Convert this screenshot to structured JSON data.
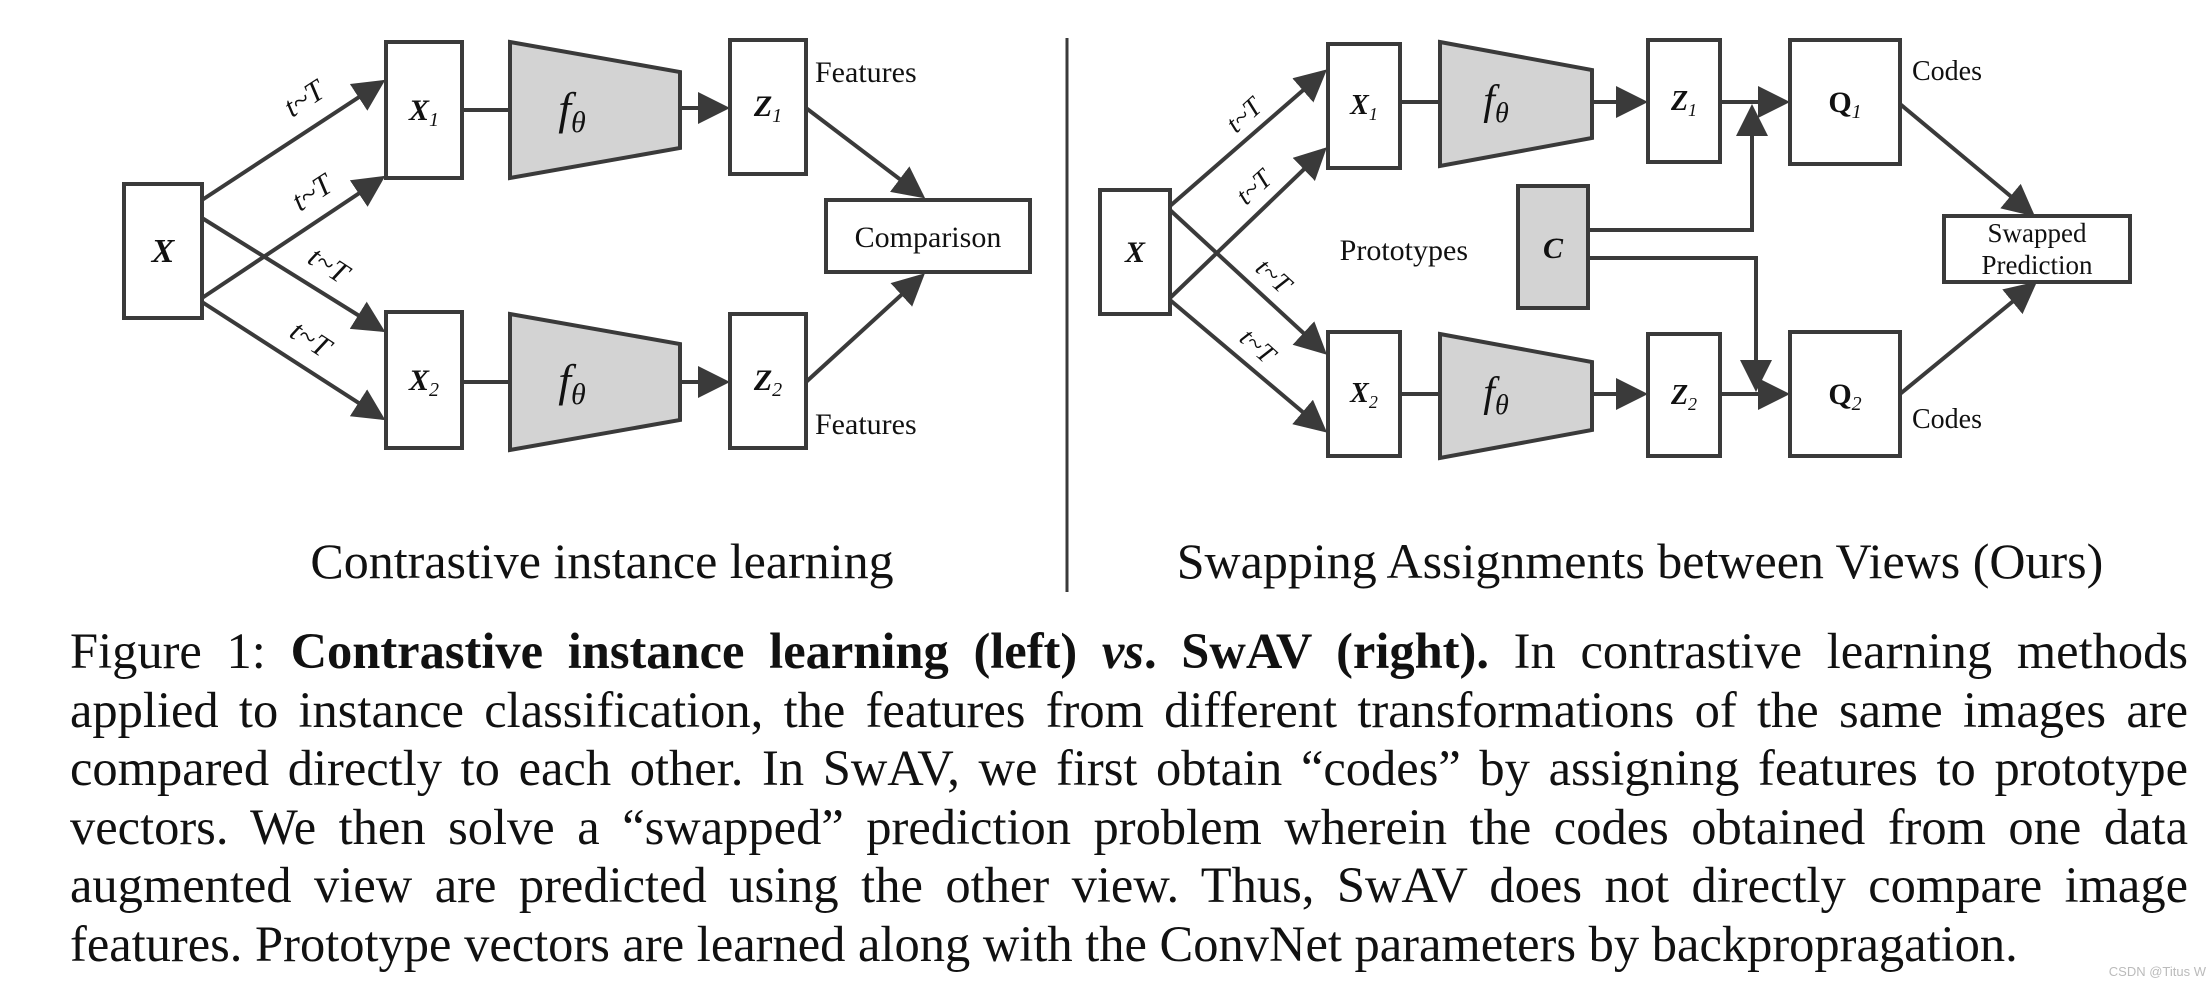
{
  "left_panel": {
    "title": "Contrastive instance learning",
    "input_label": "X",
    "view1": {
      "base": "X",
      "sub": "1"
    },
    "view2": {
      "base": "X",
      "sub": "2"
    },
    "encoder": {
      "base": "f",
      "sub": "θ"
    },
    "feat1": {
      "base": "Z",
      "sub": "1"
    },
    "feat2": {
      "base": "Z",
      "sub": "2"
    },
    "features_label": "Features",
    "comparison_label": "Comparison",
    "transform_label": "t~T"
  },
  "right_panel": {
    "title": "Swapping Assignments between Views (Ours)",
    "input_label": "X",
    "view1": {
      "base": "X",
      "sub": "1"
    },
    "view2": {
      "base": "X",
      "sub": "2"
    },
    "encoder": {
      "base": "f",
      "sub": "θ"
    },
    "feat1": {
      "base": "Z",
      "sub": "1"
    },
    "feat2": {
      "base": "Z",
      "sub": "2"
    },
    "code1": {
      "base": "Q",
      "sub": "1"
    },
    "code2": {
      "base": "Q",
      "sub": "2"
    },
    "prototypes_label": "Prototypes",
    "prototypes_var": "C",
    "codes_label": "Codes",
    "swapped_line1": "Swapped",
    "swapped_line2": "Prediction",
    "transform_label": "t~T"
  },
  "caption": {
    "figure_label": "Figure 1:",
    "bold_part1": "Contrastive instance learning (left)",
    "italic_vs": "vs",
    "bold_part2": ". SwAV (right).",
    "body": "In contrastive learning methods applied to instance classification, the features from different transformations of the same images are compared directly to each other. In SwAV, we first obtain “codes” by assigning features to prototype vectors. We then solve a “swapped” prediction problem wherein the codes obtained from one data augmented view are predicted using the other view. Thus, SwAV does not directly compare image features. Prototype vectors are learned along with the ConvNet parameters by backpropragation."
  },
  "watermark": "CSDN @Titus W"
}
